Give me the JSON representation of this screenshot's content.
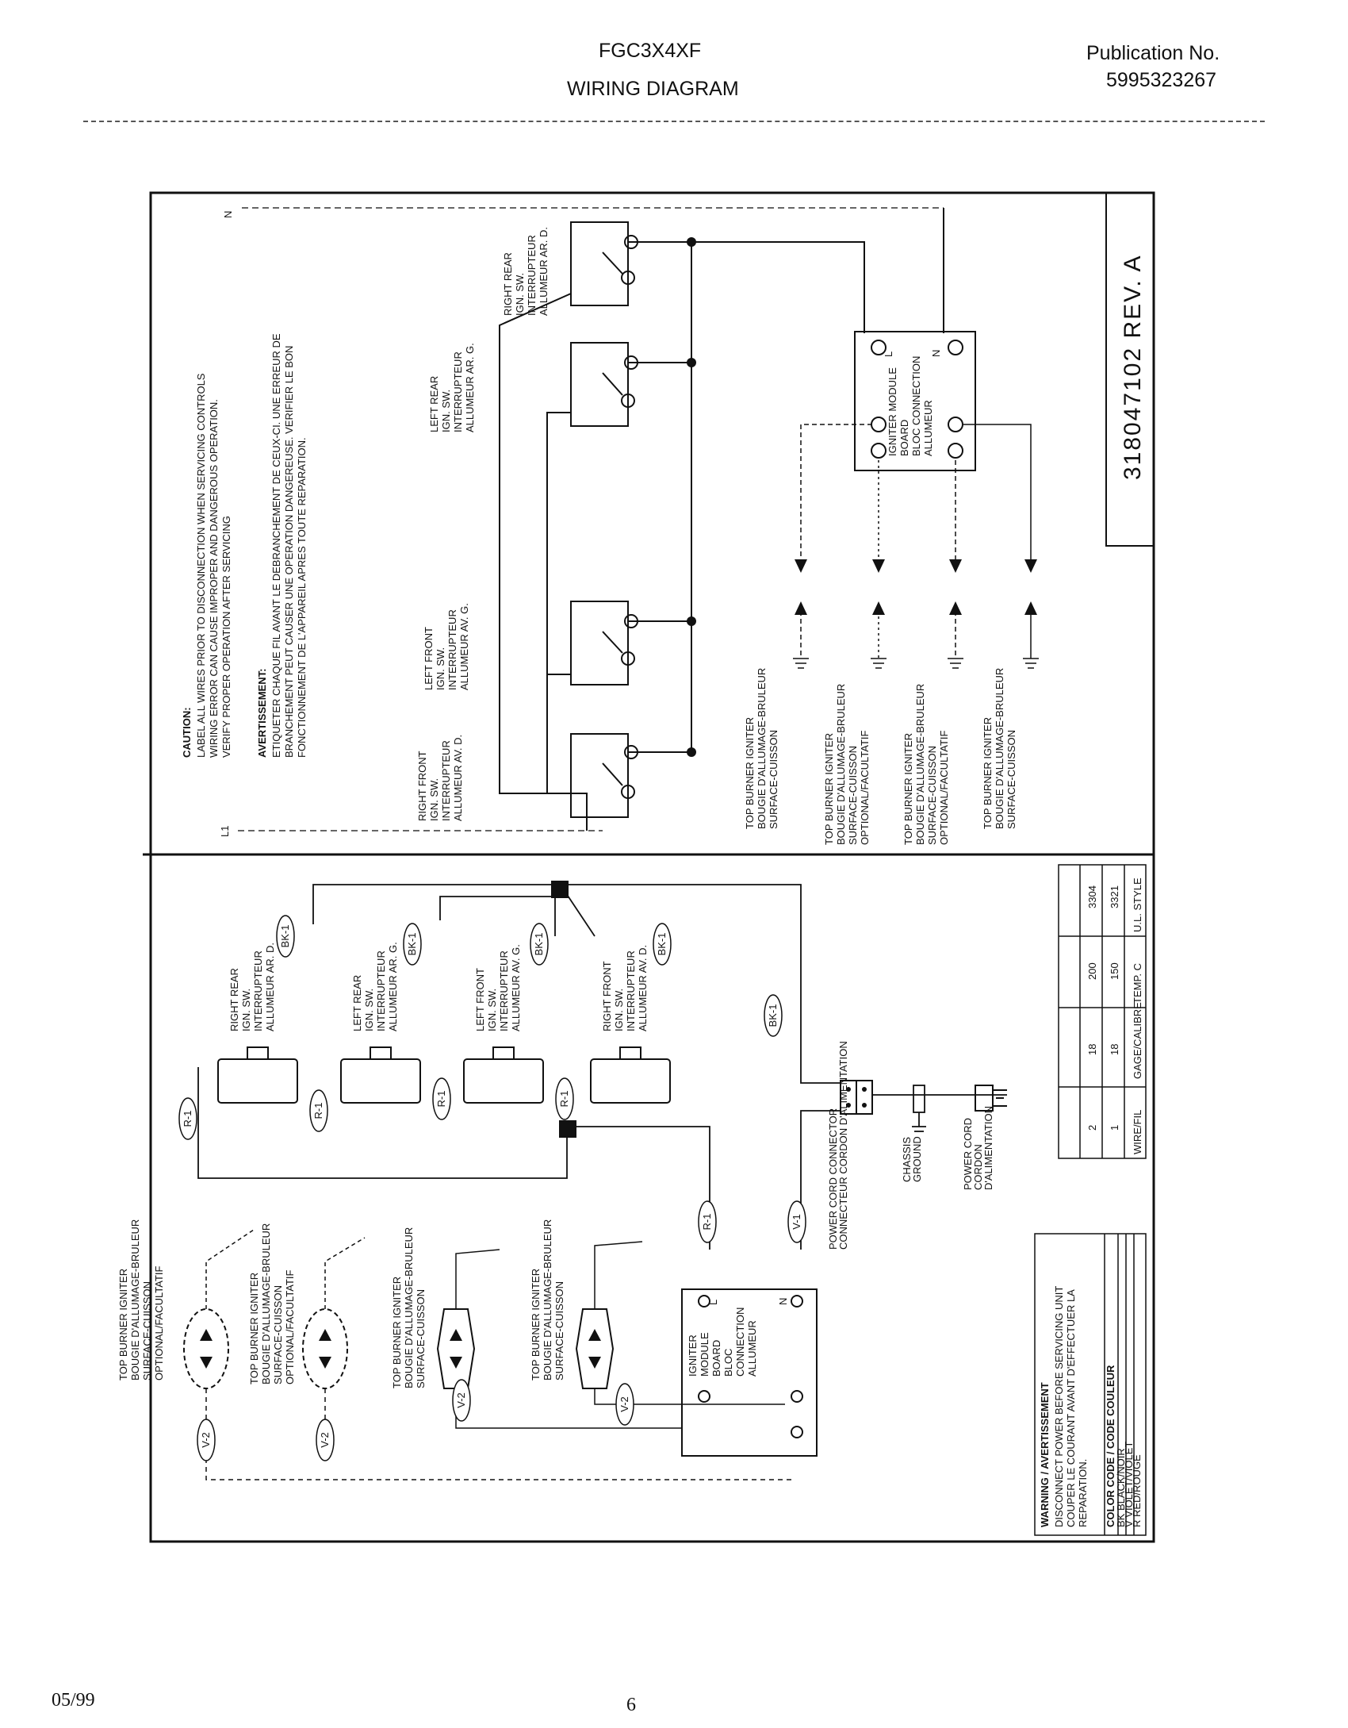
{
  "header": {
    "model": "FGC3X4XF",
    "title": "WIRING DIAGRAM",
    "publication_label": "Publication No.",
    "publication_number": "5995323267"
  },
  "footer": {
    "date": "05/99",
    "page": "6"
  },
  "schematic": {
    "caution_title": "CAUTION:",
    "caution_lines": [
      "LABEL ALL WIRES PRIOR TO DISCONNECTION WHEN SERVICING CONTROLS",
      "WIRING ERROR CAN CAUSE IMPROPER AND DANGEROUS OPERATION.",
      "VERIFY PROPER OPERATION AFTER SERVICING"
    ],
    "avertissement_title": "AVERTISSEMENT:",
    "avertissement_lines": [
      "ETIQUETER CHAQUE FIL AVANT LE DEBRANCHEMENT DE CEUX-CI. UNE ERREUR DE",
      "BRANCHEMENT PEUT CAUSER UNE OPERATION DANGEREUSE. VERIFIER LE BON",
      "FONCTIONNEMENT DE L'APPAREIL APRES TOUTE REPARATION."
    ],
    "switches": [
      {
        "lines": [
          "RIGHT REAR",
          "IGN. SW.",
          "INTERRUPTEUR",
          "ALLUMEUR AR. D."
        ]
      },
      {
        "lines": [
          "LEFT REAR",
          "IGN. SW.",
          "INTERRUPTEUR",
          "ALLUMEUR AR. G."
        ]
      },
      {
        "lines": [
          "LEFT FRONT",
          "IGN. SW.",
          "INTERRUPTEUR",
          "ALLUMEUR AV. G."
        ]
      },
      {
        "lines": [
          "RIGHT FRONT",
          "IGN. SW.",
          "INTERRUPTEUR",
          "ALLUMEUR AV. D."
        ]
      }
    ],
    "module_lines": [
      "IGNITER MODULE",
      "BOARD",
      "BLOC CONNECTION",
      "ALLUMEUR"
    ],
    "igniters": [
      {
        "lines": [
          "TOP BURNER IGNITER",
          "BOUGIE D'ALLUMAGE-BRULEUR",
          "SURFACE-CUISSON"
        ]
      },
      {
        "lines": [
          "TOP BURNER IGNITER",
          "BOUGIE D'ALLUMAGE-BRULEUR",
          "SURFACE-CUISSON",
          "OPTIONAL/FACULTATIF"
        ]
      },
      {
        "lines": [
          "TOP BURNER IGNITER",
          "BOUGIE D'ALLUMAGE-BRULEUR",
          "SURFACE-CUISSON",
          "OPTIONAL/FACULTATIF"
        ]
      },
      {
        "lines": [
          "TOP BURNER IGNITER",
          "BOUGIE D'ALLUMAGE-BRULEUR",
          "SURFACE-CUISSON"
        ]
      }
    ],
    "terminal_L1": "L1",
    "terminal_N": "N",
    "module_pin_L": "L",
    "module_pin_N": "N",
    "part_number": "318047102 REV. A"
  },
  "pictorial": {
    "switches": [
      {
        "lines": [
          "RIGHT REAR",
          "IGN. SW.",
          "INTERRUPTEUR",
          "ALLUMEUR AR. D."
        ]
      },
      {
        "lines": [
          "LEFT REAR",
          "IGN. SW.",
          "INTERRUPTEUR",
          "ALLUMEUR AR. G."
        ]
      },
      {
        "lines": [
          "LEFT FRONT",
          "IGN. SW.",
          "INTERRUPTEUR",
          "ALLUMEUR AV. G."
        ]
      },
      {
        "lines": [
          "RIGHT FRONT",
          "IGN. SW.",
          "INTERRUPTEUR",
          "ALLUMEUR AV. D."
        ]
      }
    ],
    "igniters": [
      {
        "lines": [
          "TOP BURNER IGNITER",
          "BOUGIE D'ALLUMAGE-BRULEUR",
          "SURFACE-CUISSON",
          "OPTIONAL/FACULTATIF"
        ]
      },
      {
        "lines": [
          "TOP BURNER IGNITER",
          "BOUGIE D'ALLUMAGE-BRULEUR",
          "SURFACE-CUISSON",
          "OPTIONAL/FACULTATIF"
        ]
      },
      {
        "lines": [
          "TOP BURNER IGNITER",
          "BOUGIE D'ALLUMAGE-BRULEUR",
          "SURFACE-CUISSON"
        ]
      },
      {
        "lines": [
          "TOP BURNER IGNITER",
          "BOUGIE D'ALLUMAGE-BRULEUR",
          "SURFACE-CUISSON"
        ]
      }
    ],
    "module_lines": [
      "IGNITER",
      "MODULE",
      "BOARD",
      "BLOC",
      "CONNECTION",
      "ALLUMEUR"
    ],
    "wire_tags": [
      "BK-1",
      "BK-1",
      "BK-1",
      "BK-1",
      "BK-1",
      "R-1",
      "R-1",
      "R-1",
      "R-1",
      "R-1",
      "V-1",
      "V-2",
      "V-2",
      "V-2",
      "V-2"
    ],
    "connector_labels": [
      "POWER CORD CONNECTOR",
      "CONNECTEUR CORDON D'ALIMENTATION"
    ],
    "ground_labels": [
      "CHASSIS",
      "GROUND"
    ],
    "power_cord_labels": [
      "POWER CORD",
      "CORDON",
      "D'ALIMENTATION"
    ],
    "module_pin_L": "L",
    "module_pin_N": "N"
  },
  "wire_table": {
    "header": [
      "WIRE/FIL",
      "GAGE/CALIBRE",
      "TEMP. C",
      "U.L. STYLE"
    ],
    "rows": [
      [
        "1",
        "18",
        "150",
        "3321"
      ],
      [
        "2",
        "18",
        "200",
        "3304"
      ]
    ]
  },
  "warning_box": {
    "title": "WARNING / AVERTISSEMENT",
    "lines": [
      "DISCONNECT POWER BEFORE SERVICING UNIT",
      "COUPER LE COURANT AVANT D'EFFECTUER LA",
      "REPARATION."
    ],
    "color_header": "COLOR CODE / CODE COULEUR",
    "colors": [
      "BK  BLACK/NOIR",
      "V  VIOLET/VIOLET",
      "R  RED/ROUGE"
    ]
  }
}
